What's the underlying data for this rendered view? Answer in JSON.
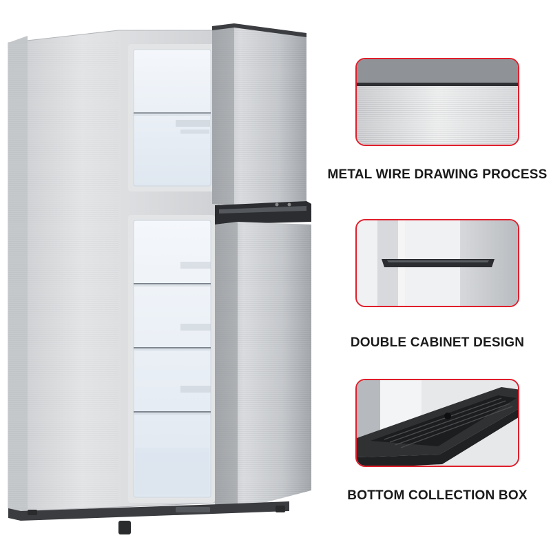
{
  "features": [
    {
      "caption": "METAL WIRE DRAWING PROCESS",
      "image_icon": "metal-wire-surface-closeup"
    },
    {
      "caption": "DOUBLE CABINET DESIGN",
      "image_icon": "door-handle-closeup"
    },
    {
      "caption": "BOTTOM COLLECTION BOX",
      "image_icon": "drip-tray-closeup"
    }
  ],
  "colors": {
    "card_border": "#e01e2b",
    "caption_text": "#1a1a1a",
    "steel_light": "#d9dbdd",
    "steel_dark": "#9a9da1",
    "interior": "#e9f0f8"
  }
}
